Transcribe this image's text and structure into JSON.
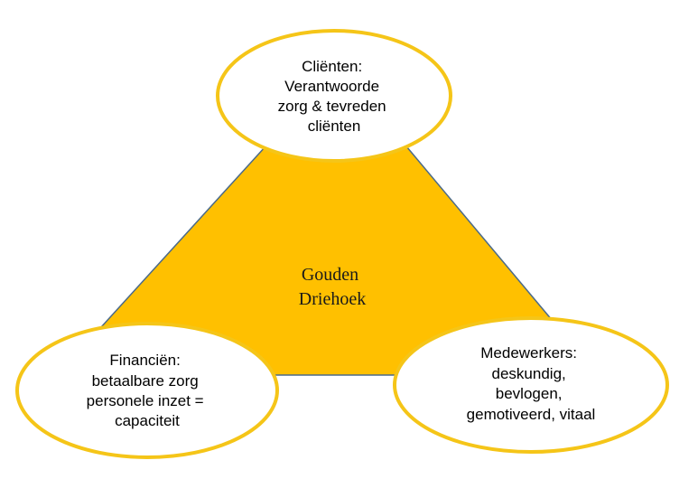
{
  "center": {
    "lines": [
      "Gouden",
      "Driehoek"
    ]
  },
  "nodes": {
    "top": {
      "lines": [
        "Cliënten:",
        "Verantwoorde",
        "zorg & tevreden",
        "cliënten"
      ]
    },
    "left": {
      "lines": [
        "Financiën:",
        "betaalbare zorg",
        "personele inzet =",
        "capaciteit"
      ]
    },
    "right": {
      "lines": [
        "Medewerkers:",
        "deskundig,",
        "bevlogen,",
        "gemotiveerd, vitaal"
      ]
    }
  },
  "colors": {
    "triangle_fill": "#FFC000",
    "triangle_edge": "#4A6A8A",
    "ellipse_stroke": "#F5C518",
    "ellipse_fill": "#FFFFFF"
  }
}
